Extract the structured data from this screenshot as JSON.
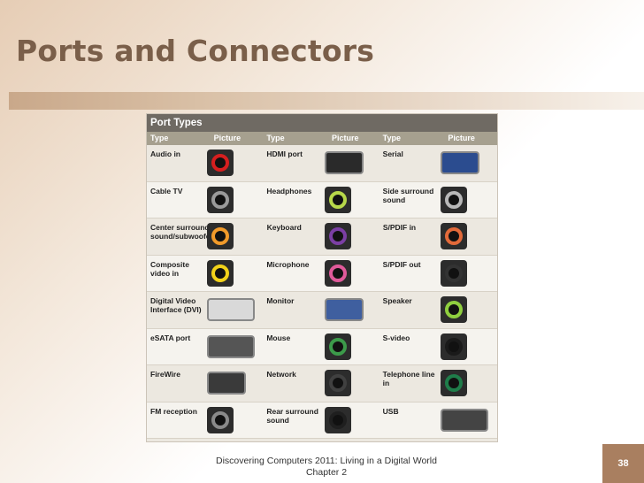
{
  "slide": {
    "title": "Ports and Connectors",
    "footer_line1": "Discovering Computers 2011: Living in a Digital World",
    "footer_line2": "Chapter 2",
    "page_number": "38"
  },
  "table": {
    "title": "Port Types",
    "headers": [
      "Type",
      "Picture",
      "Type",
      "Picture",
      "Type",
      "Picture"
    ],
    "rows": [
      [
        {
          "type": "Audio in",
          "icon": "red-audio-jack-icon",
          "color": "#d61f1f"
        },
        {
          "type": "HDMI port",
          "icon": "hdmi-port-icon",
          "color": "#2a2a2a"
        },
        {
          "type": "Serial",
          "icon": "serial-port-icon",
          "color": "#2b4c8f"
        }
      ],
      [
        {
          "type": "Cable TV",
          "icon": "coax-connector-icon",
          "color": "#9a9a9a"
        },
        {
          "type": "Headphones",
          "icon": "green-headphone-jack-icon",
          "color": "#b7d84a"
        },
        {
          "type": "Side surround sound",
          "icon": "gray-audio-jack-icon",
          "color": "#b8b8b8"
        }
      ],
      [
        {
          "type": "Center surround sound/subwoofer",
          "icon": "orange-audio-jack-icon",
          "color": "#f19a2a"
        },
        {
          "type": "Keyboard",
          "icon": "purple-ps2-port-icon",
          "color": "#7b3fa4"
        },
        {
          "type": "S/PDIF in",
          "icon": "rca-orange-jack-icon",
          "color": "#e36a3a"
        }
      ],
      [
        {
          "type": "Composite video in",
          "icon": "yellow-rca-jack-icon",
          "color": "#f2d21a"
        },
        {
          "type": "Microphone",
          "icon": "pink-mic-jack-icon",
          "color": "#e05a9a"
        },
        {
          "type": "S/PDIF out",
          "icon": "black-rca-jack-icon",
          "color": "#333333"
        }
      ],
      [
        {
          "type": "Digital Video Interface (DVI)",
          "icon": "dvi-port-icon",
          "color": "#d9d9d9"
        },
        {
          "type": "Monitor",
          "icon": "vga-port-icon",
          "color": "#3f5f9f"
        },
        {
          "type": "Speaker",
          "icon": "green-speaker-jack-icon",
          "color": "#8fcf3f"
        }
      ],
      [
        {
          "type": "eSATA port",
          "icon": "esata-port-icon",
          "color": "#555555"
        },
        {
          "type": "Mouse",
          "icon": "green-ps2-port-icon",
          "color": "#3c9b4a"
        },
        {
          "type": "S-video",
          "icon": "svideo-port-icon",
          "color": "#1a1a1a"
        }
      ],
      [
        {
          "type": "FireWire",
          "icon": "firewire-port-icon",
          "color": "#3a3a3a"
        },
        {
          "type": "Network",
          "icon": "ethernet-port-icon",
          "color": "#404040"
        },
        {
          "type": "Telephone line in",
          "icon": "telephone-jack-icon",
          "color": "#1f7d4a"
        }
      ],
      [
        {
          "type": "FM reception",
          "icon": "fm-coax-connector-icon",
          "color": "#8a8a8a"
        },
        {
          "type": "Rear surround sound",
          "icon": "black-rear-jack-icon",
          "color": "#1f1f1f"
        },
        {
          "type": "USB",
          "icon": "usb-port-icon",
          "color": "#444444"
        }
      ]
    ]
  }
}
